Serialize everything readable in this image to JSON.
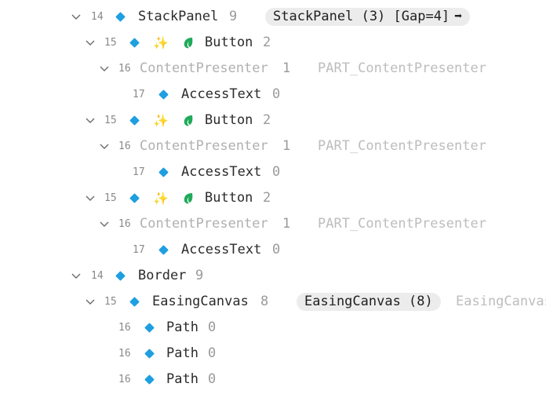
{
  "tree": {
    "rows": [
      {
        "depth": "14",
        "name": "StackPanel",
        "count": "9",
        "pill": "StackPanel (3) [Gap=4]",
        "pill_arrow": "➡"
      },
      {
        "depth": "15",
        "name": "Button",
        "count": "2",
        "sparkle": "✨"
      },
      {
        "depth": "16",
        "name": "ContentPresenter",
        "count": "1",
        "part": "PART_ContentPresenter"
      },
      {
        "depth": "17",
        "name": "AccessText",
        "count": "0"
      },
      {
        "depth": "15",
        "name": "Button",
        "count": "2",
        "sparkle": "✨"
      },
      {
        "depth": "16",
        "name": "ContentPresenter",
        "count": "1",
        "part": "PART_ContentPresenter"
      },
      {
        "depth": "17",
        "name": "AccessText",
        "count": "0"
      },
      {
        "depth": "15",
        "name": "Button",
        "count": "2",
        "sparkle": "✨"
      },
      {
        "depth": "16",
        "name": "ContentPresenter",
        "count": "1",
        "part": "PART_ContentPresenter"
      },
      {
        "depth": "17",
        "name": "AccessText",
        "count": "0"
      },
      {
        "depth": "14",
        "name": "Border",
        "count": "9"
      },
      {
        "depth": "15",
        "name": "EasingCanvas",
        "count": "8",
        "pill": "EasingCanvas (8)",
        "hint": "EasingCanvas"
      },
      {
        "depth": "16",
        "name": "Path",
        "count": "0"
      },
      {
        "depth": "16",
        "name": "Path",
        "count": "0"
      },
      {
        "depth": "16",
        "name": "Path",
        "count": "0"
      }
    ]
  },
  "icons": {
    "expander": "chevron-down-icon",
    "element": "diamond-icon",
    "sparkle": "sparkle-icon",
    "leaf": "leaf-icon"
  },
  "colors": {
    "element_icon": "#1e9fe0",
    "leaf_icon": "#1faa59",
    "pill_bg": "#ececec",
    "dim_text": "#b0b0b0"
  }
}
